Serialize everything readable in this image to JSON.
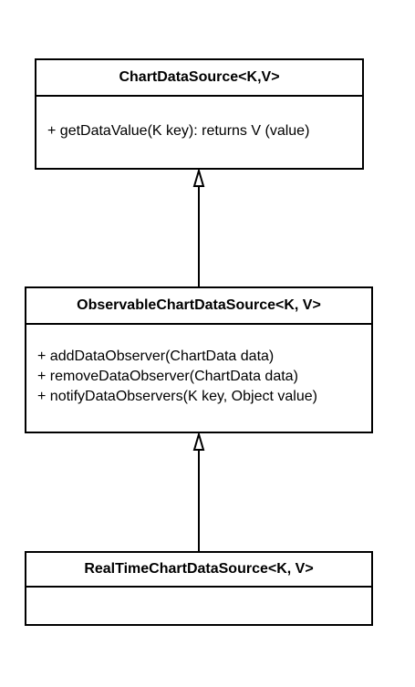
{
  "diagram": {
    "classes": [
      {
        "name": "ChartDataSource<K,V>",
        "members": [
          "+ getDataValue(K key): returns V (value)"
        ]
      },
      {
        "name": "ObservableChartDataSource<K, V>",
        "members": [
          "+ addDataObserver(ChartData data)",
          "+ removeDataObserver(ChartData data)",
          "+ notifyDataObservers(K key, Object value)"
        ]
      },
      {
        "name": "RealTimeChartDataSource<K, V>",
        "members": []
      }
    ],
    "relations": [
      {
        "type": "generalization",
        "from": "ObservableChartDataSource<K, V>",
        "to": "ChartDataSource<K,V>"
      },
      {
        "type": "generalization",
        "from": "RealTimeChartDataSource<K, V>",
        "to": "ObservableChartDataSource<K, V>"
      }
    ],
    "colors": {
      "line": "#000000",
      "fill": "#ffffff"
    }
  }
}
